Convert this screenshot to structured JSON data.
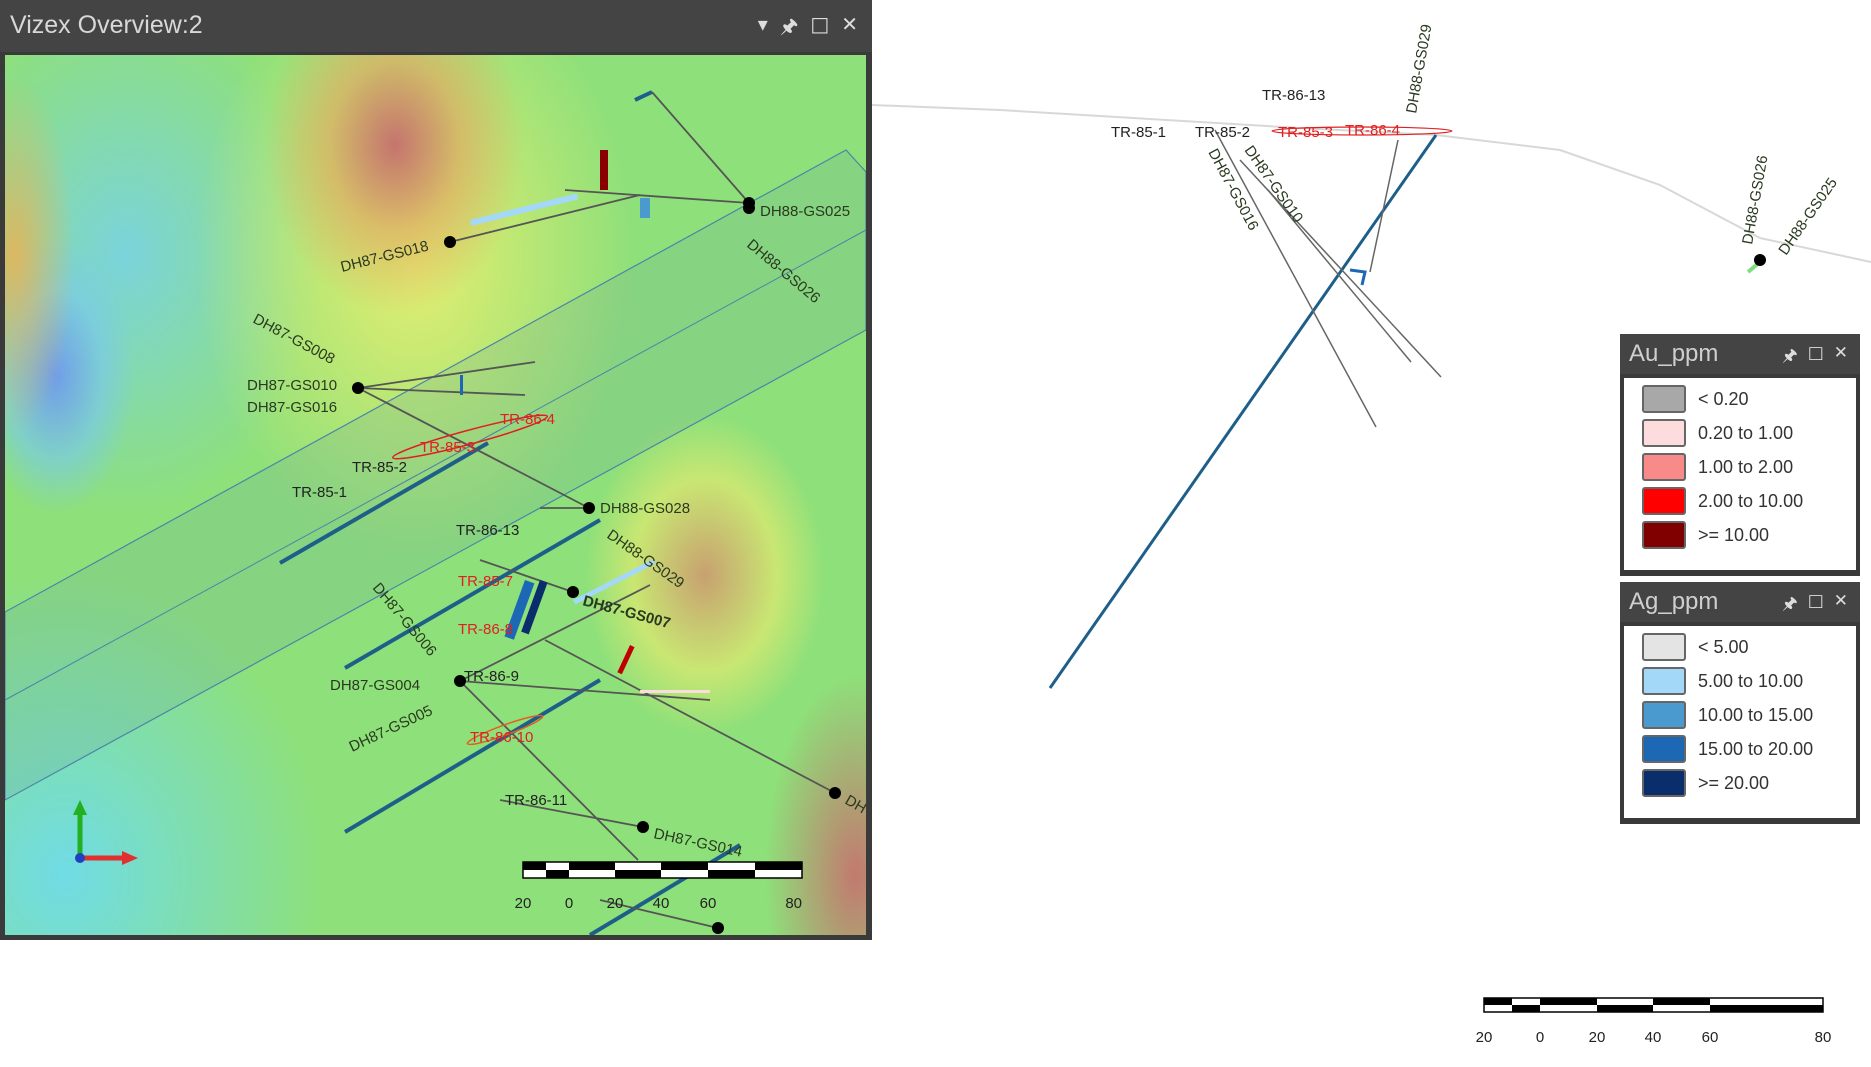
{
  "window": {
    "title": "Vizex Overview:2",
    "icons": [
      "dropdown-icon",
      "pin-icon",
      "maximize-icon",
      "close-icon"
    ]
  },
  "plan_view": {
    "drillhole_labels": [
      "DH88-GS025",
      "DH88-GS026",
      "DH87-GS018",
      "DH87-GS008",
      "DH87-GS010",
      "DH87-GS016",
      "DH88-GS028",
      "DH88-GS029",
      "DH87-GS007",
      "DH87-GS006",
      "DH87-GS004",
      "DH87-GS005",
      "DH87-GS014",
      "DH"
    ],
    "trench_labels_black": [
      "TR-85-2",
      "TR-85-1",
      "TR-86-13",
      "TR-86-9",
      "TR-86-11"
    ],
    "trench_labels_red": [
      "TR-86-4",
      "TR-85-3",
      "TR-85-7",
      "TR-86-8",
      "TR-86-10"
    ],
    "scale_bar": {
      "ticks": [
        "20",
        "0",
        "20",
        "40",
        "60",
        "80"
      ]
    }
  },
  "section_view": {
    "trench_labels_black": [
      "TR-85-1",
      "TR-85-2",
      "TR-86-13"
    ],
    "trench_labels_red": [
      "TR-85-3",
      "TR-86-4"
    ],
    "drillhole_labels": [
      "DH88-GS029",
      "DH87-GS016",
      "DH87-GS010",
      "DH88-GS026",
      "DH88-GS025"
    ],
    "scale_bar": {
      "ticks": [
        "20",
        "0",
        "20",
        "40",
        "60",
        "80"
      ]
    }
  },
  "legends": [
    {
      "title": "Au_ppm",
      "items": [
        {
          "label": "< 0.20",
          "color": "#a8a8a8"
        },
        {
          "label": "0.20 to 1.00",
          "color": "#fcdcdc"
        },
        {
          "label": "1.00 to 2.00",
          "color": "#f88a8a"
        },
        {
          "label": "2.00 to 10.00",
          "color": "#ff0000"
        },
        {
          "label": ">= 10.00",
          "color": "#800000"
        }
      ]
    },
    {
      "title": "Ag_ppm",
      "items": [
        {
          "label": "< 5.00",
          "color": "#e4e4e4"
        },
        {
          "label": "5.00 to 10.00",
          "color": "#a4d8f8"
        },
        {
          "label": "10.00 to 15.00",
          "color": "#4a9ad0"
        },
        {
          "label": "15.00 to 20.00",
          "color": "#1c68b4"
        },
        {
          "label": ">= 20.00",
          "color": "#0a2e6c"
        }
      ]
    }
  ],
  "colors": {
    "fault_line": "#1e5f8a",
    "drill_trace": "#555555",
    "topography": "#d8d8d8"
  }
}
